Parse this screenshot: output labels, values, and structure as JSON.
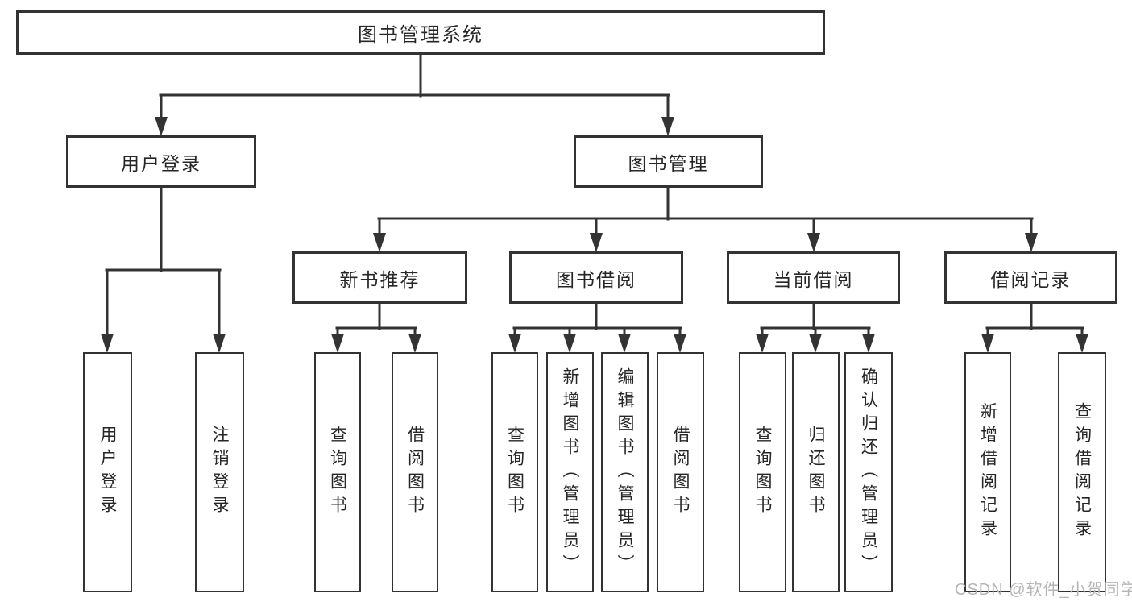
{
  "diagram": {
    "title": "图书管理系统",
    "root": {
      "label": "图书管理系统"
    },
    "level2": [
      {
        "id": "user-login-group",
        "label": "用户登录"
      },
      {
        "id": "book-management",
        "label": "图书管理"
      }
    ],
    "level3": [
      {
        "id": "new-book-recommend",
        "label": "新书推荐",
        "parent": "图书管理"
      },
      {
        "id": "book-borrow",
        "label": "图书借阅",
        "parent": "图书管理"
      },
      {
        "id": "current-borrow",
        "label": "当前借阅",
        "parent": "图书管理"
      },
      {
        "id": "borrow-records",
        "label": "借阅记录",
        "parent": "图书管理"
      }
    ],
    "leaves": [
      {
        "parent": "用户登录",
        "label": "用户登录"
      },
      {
        "parent": "用户登录",
        "label": "注销登录"
      },
      {
        "parent": "新书推荐",
        "label": "查询图书"
      },
      {
        "parent": "新书推荐",
        "label": "借阅图书"
      },
      {
        "parent": "图书借阅",
        "label": "查询图书"
      },
      {
        "parent": "图书借阅",
        "label": "新增图书（管理员）"
      },
      {
        "parent": "图书借阅",
        "label": "编辑图书（管理员）"
      },
      {
        "parent": "图书借阅",
        "label": "借阅图书"
      },
      {
        "parent": "当前借阅",
        "label": "查询图书"
      },
      {
        "parent": "当前借阅",
        "label": "归还图书"
      },
      {
        "parent": "当前借阅",
        "label": "确认归还（管理员）"
      },
      {
        "parent": "借阅记录",
        "label": "新增借阅记录"
      },
      {
        "parent": "借阅记录",
        "label": "查询借阅记录"
      }
    ]
  },
  "watermark": {
    "text": "CSDN @软件_小贺同学",
    "color": "#b5b5b5"
  },
  "colors": {
    "line": "#333333",
    "box_border": "#333333",
    "text": "#262626",
    "background": "#ffffff",
    "watermark": "#b5b5b5"
  }
}
